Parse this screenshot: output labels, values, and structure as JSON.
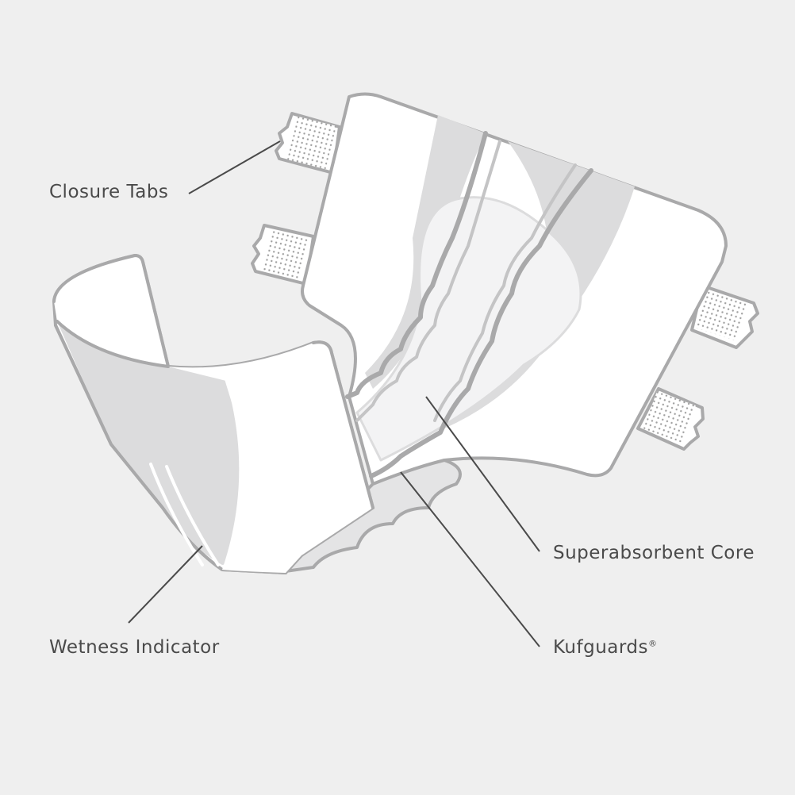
{
  "diagram": {
    "labels": {
      "closure_tabs": "Closure Tabs",
      "superabsorbent_core": "Superabsorbent Core",
      "wetness_indicator": "Wetness Indicator",
      "kufguards": "Kufguards",
      "kufguards_mark": "®"
    },
    "colors": {
      "background": "#efefef",
      "outline": "#a9a9aa",
      "panel": "#ffffff",
      "shade": "#dcdcdd",
      "core": "#f3f3f4",
      "leader_line": "#4a4a4a",
      "text": "#4a4a4a"
    }
  }
}
